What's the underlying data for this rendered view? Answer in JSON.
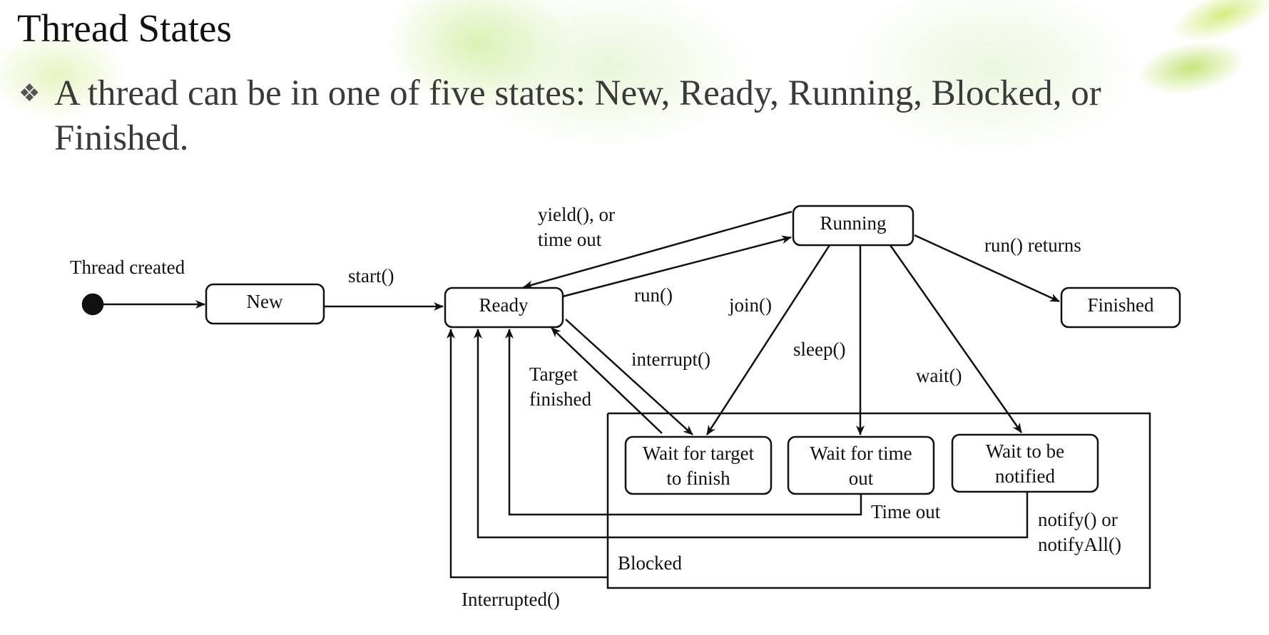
{
  "slide": {
    "title": "Thread States",
    "bullet_glyph": "❖",
    "bullet_text": "A thread can be in one of five states: New, Ready, Running, Blocked, or Finished."
  },
  "diagram": {
    "states": {
      "new": "New",
      "ready": "Ready",
      "running": "Running",
      "finished": "Finished",
      "wait_target": [
        "Wait for target",
        "to finish"
      ],
      "wait_timeout": [
        "Wait for time",
        "out"
      ],
      "wait_notified": [
        "Wait to be",
        "notified"
      ],
      "blocked": "Blocked"
    },
    "transitions": {
      "thread_created": "Thread created",
      "start": "start()",
      "yield": [
        "yield(), or",
        "time out"
      ],
      "run": "run()",
      "run_returns": "run() returns",
      "join": "join()",
      "sleep": "sleep()",
      "wait": "wait()",
      "interrupt": "interrupt()",
      "target_finished": [
        "Target",
        "finished"
      ],
      "time_out": "Time out",
      "notify": [
        "notify() or",
        "notifyAll()"
      ],
      "interrupted": "Interrupted()"
    }
  }
}
